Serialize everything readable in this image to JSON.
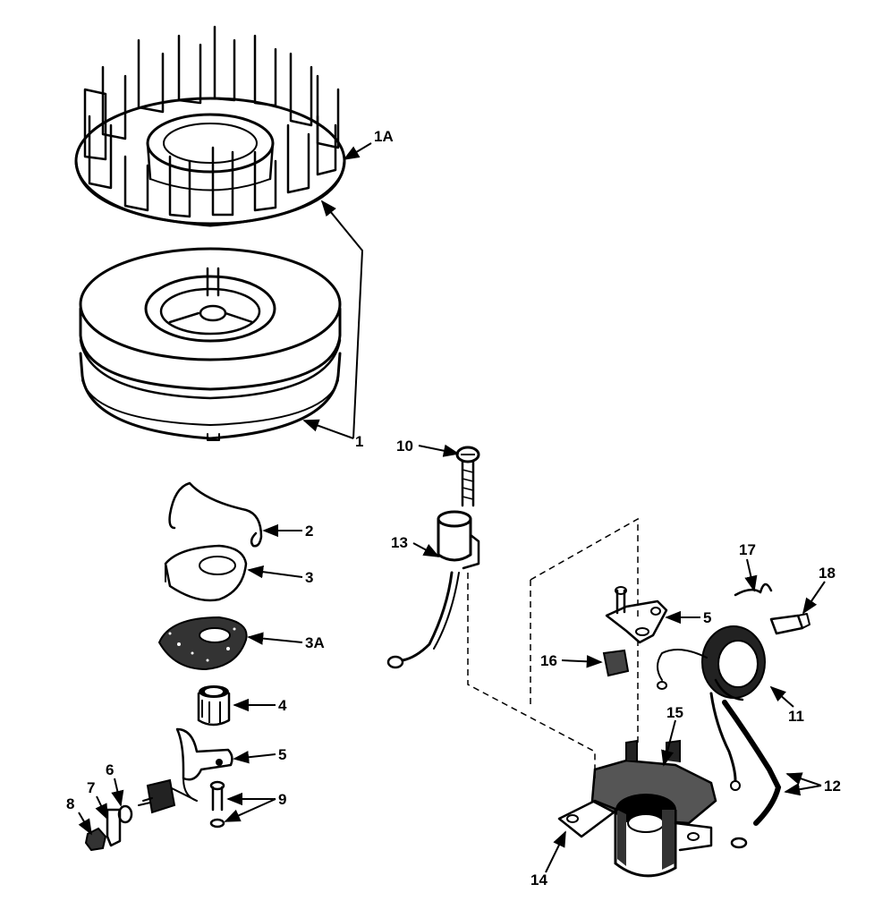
{
  "labels": {
    "1A": "1A",
    "1": "1",
    "2": "2",
    "3": "3",
    "3A": "3A",
    "4": "4",
    "5a": "5",
    "5b": "5",
    "6": "6",
    "7": "7",
    "8": "8",
    "9": "9",
    "10": "10",
    "11": "11",
    "12": "12",
    "13": "13",
    "14": "14",
    "15": "15",
    "16": "16",
    "17": "17",
    "18": "18"
  }
}
